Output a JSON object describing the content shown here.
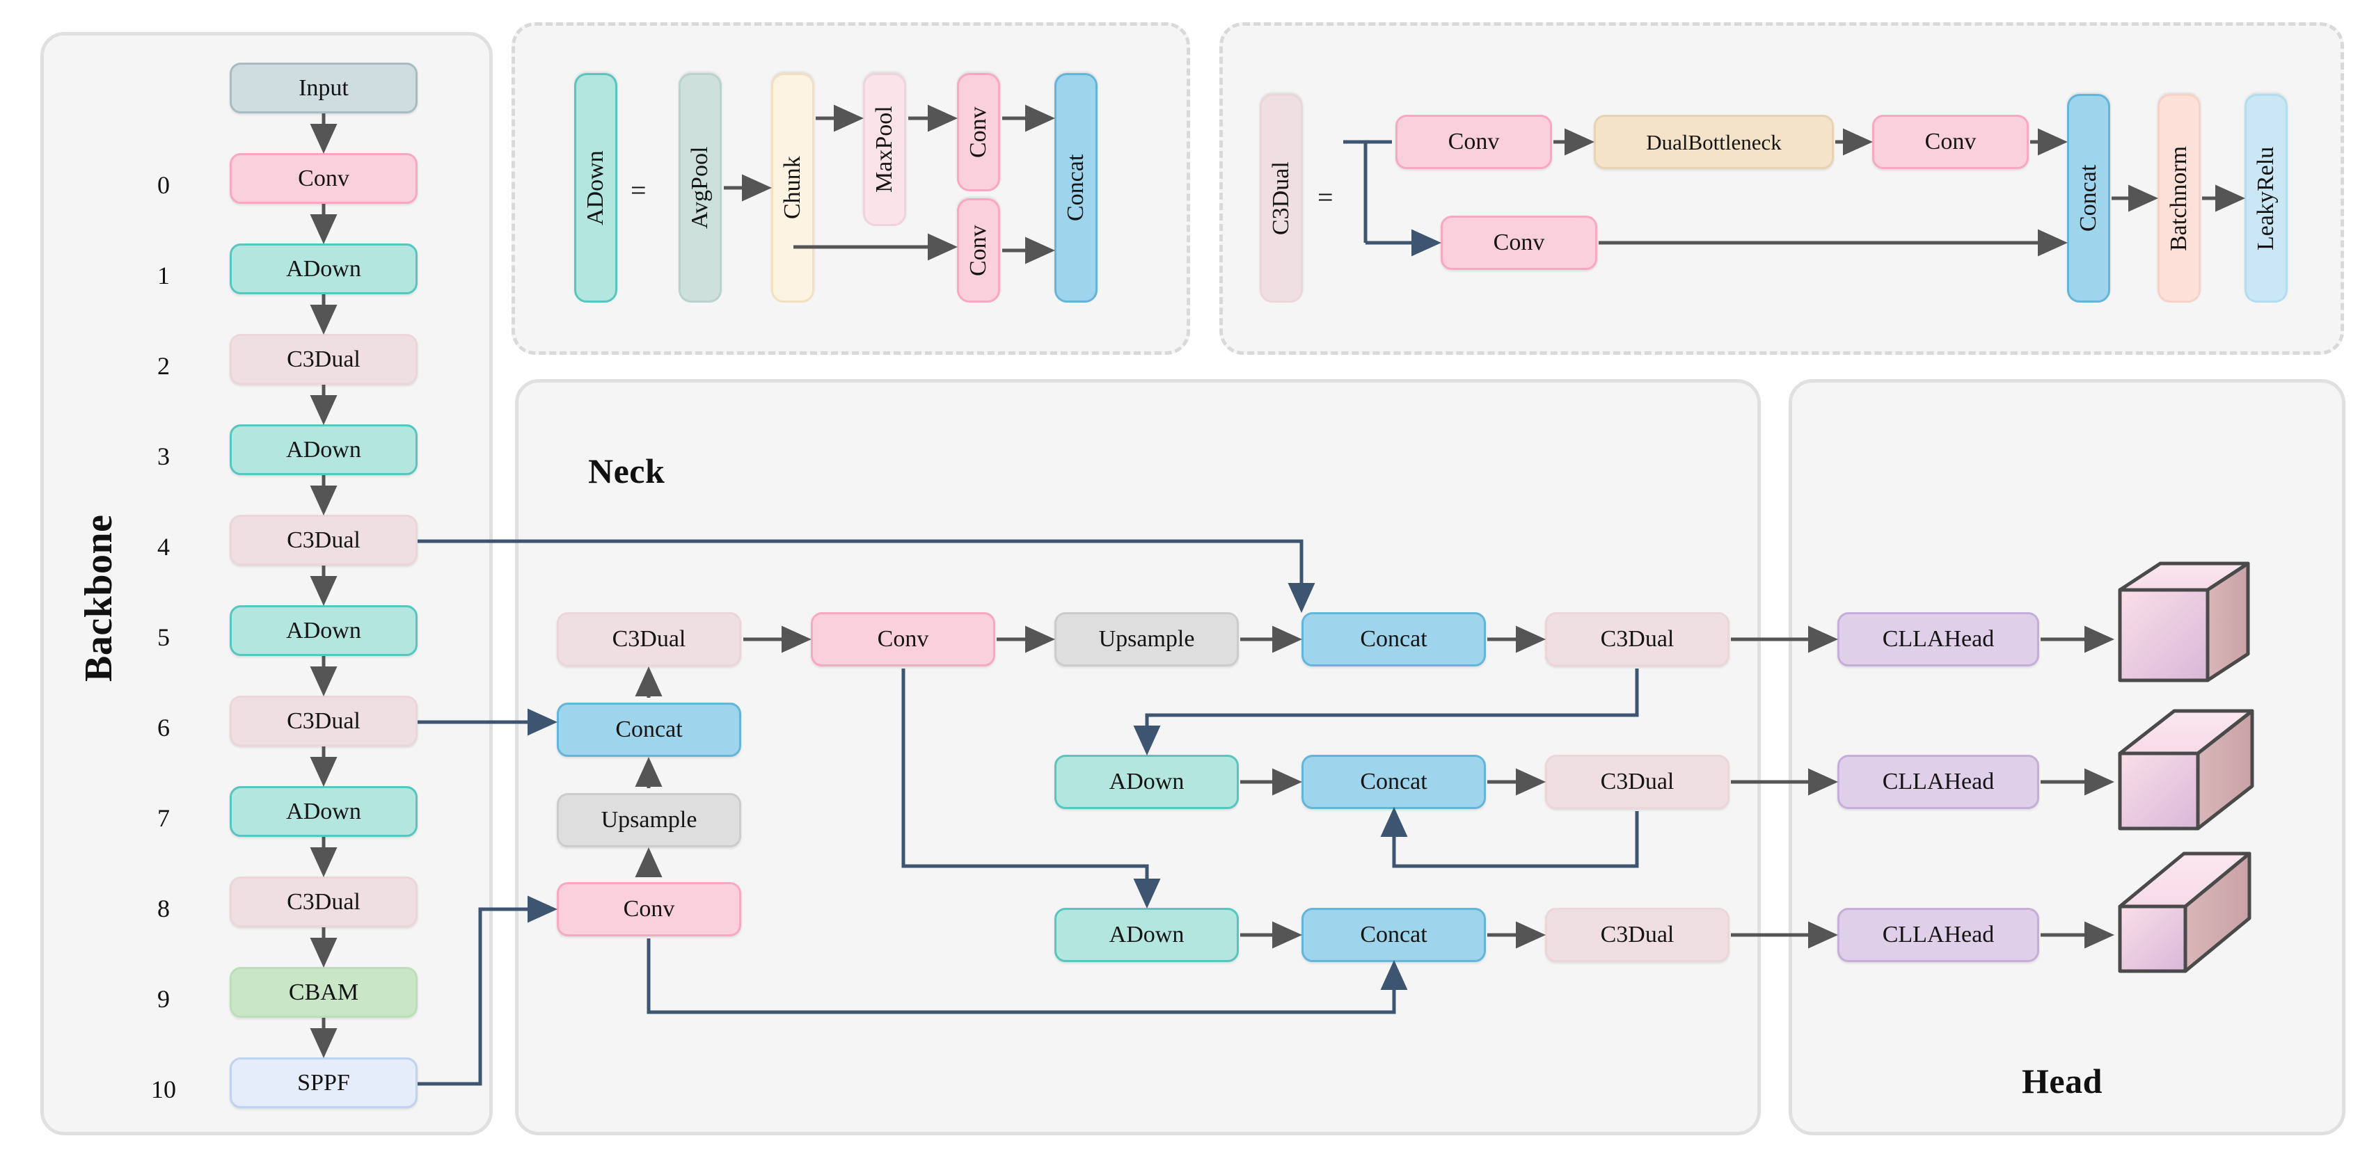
{
  "sections": {
    "backbone_title": "Backbone",
    "neck_title": "Neck",
    "head_title": "Head"
  },
  "backbone": {
    "indices": [
      "0",
      "1",
      "2",
      "3",
      "4",
      "5",
      "6",
      "7",
      "8",
      "9",
      "10"
    ],
    "nodes": [
      {
        "label": "Input",
        "type": "input"
      },
      {
        "label": "Conv",
        "type": "conv"
      },
      {
        "label": "ADown",
        "type": "adown"
      },
      {
        "label": "C3Dual",
        "type": "c3dual"
      },
      {
        "label": "ADown",
        "type": "adown"
      },
      {
        "label": "C3Dual",
        "type": "c3dual"
      },
      {
        "label": "ADown",
        "type": "adown"
      },
      {
        "label": "C3Dual",
        "type": "c3dual"
      },
      {
        "label": "ADown",
        "type": "adown"
      },
      {
        "label": "C3Dual",
        "type": "c3dual"
      },
      {
        "label": "CBAM",
        "type": "cbam"
      },
      {
        "label": "SPPF",
        "type": "sppf"
      }
    ]
  },
  "adown_detail": {
    "title": "ADown",
    "equals": "=",
    "nodes": [
      "AvgPool",
      "Chunk",
      "MaxPool",
      "Conv",
      "Conv",
      "Concat"
    ]
  },
  "c3dual_detail": {
    "title": "C3Dual",
    "equals": "=",
    "top_branch": [
      "Conv",
      "DualBottleneck",
      "Conv"
    ],
    "bottom_branch": [
      "Conv"
    ],
    "tail": [
      "Concat",
      "Batchnorm",
      "LeakyRelu"
    ]
  },
  "neck": {
    "left_column": [
      "C3Dual",
      "Concat",
      "Upsample",
      "Conv"
    ],
    "row1": [
      "Conv",
      "Upsample",
      "Concat",
      "C3Dual"
    ],
    "row2": [
      "ADown",
      "Concat",
      "C3Dual"
    ],
    "row3": [
      "ADown",
      "Concat",
      "C3Dual"
    ]
  },
  "head": {
    "heads": [
      "CLLAHead",
      "CLLAHead",
      "CLLAHead"
    ],
    "outputs": [
      "output-cube-large",
      "output-cube-medium",
      "output-cube-small"
    ]
  },
  "colors": {
    "input": "#cfdde0",
    "conv": "#fbd0dd",
    "adown": "#b4e6e0",
    "c3dual": "#f0dfe2",
    "cbam": "#c9e7c7",
    "sppf": "#e6edfa",
    "concat": "#9ed4ec",
    "upsample": "#dedede",
    "cllahead": "#dfcfe8",
    "wire_dark": "#3d5570",
    "wire_gray": "#555555",
    "panel_bg": "#f5f5f5"
  }
}
